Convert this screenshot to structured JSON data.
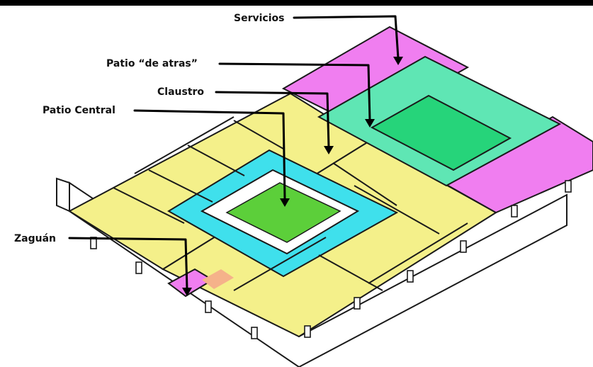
{
  "labels": {
    "servicios": "Servicios",
    "patio_atras": "Patio “de atras”",
    "claustro": "Claustro",
    "patio_central": "Patio Central",
    "zaguan": "Zaguán"
  },
  "colors": {
    "rooms_main": "#f4f08a",
    "services": "#f07ef0",
    "back_patio": "#5fe6b4",
    "back_patio_garden": "#26d47a",
    "claustro": "#3fe0ec",
    "garden": "#5ccf3a",
    "entry_accent": "#f5b28a"
  },
  "icons": [
    "arrow-down-icon"
  ]
}
